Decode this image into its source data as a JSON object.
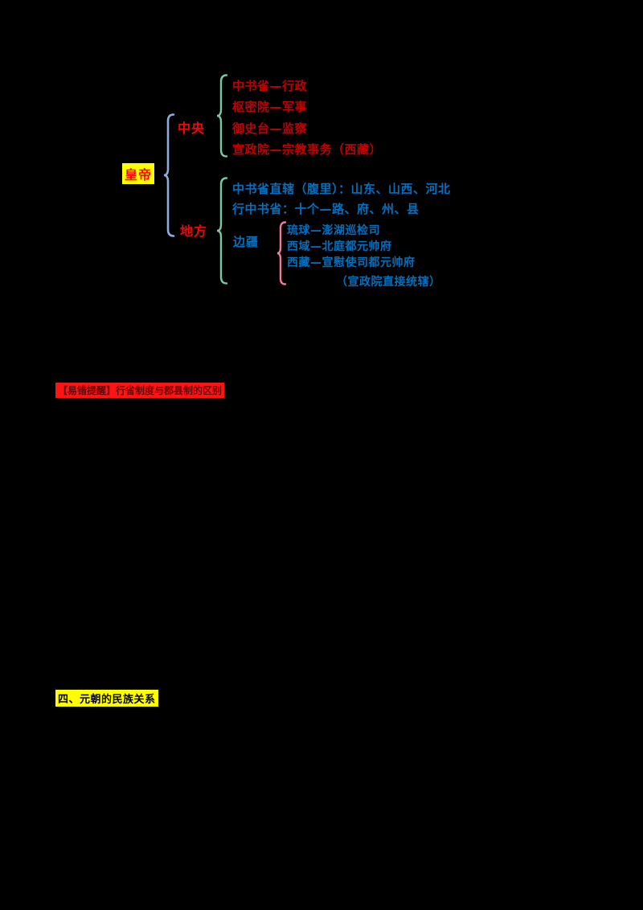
{
  "page": {
    "background": "#000000"
  },
  "diagram": {
    "root": {
      "label": "皇帝",
      "text_color": "#FF0000",
      "highlight": "#FFFF00"
    },
    "level1": {
      "central_label": "中央",
      "local_label": "地方",
      "label_color": "#FF0000"
    },
    "central_items": [
      "中书省—行政",
      "枢密院—军事",
      "御史台—监察",
      "宣政院—宗教事务（西藏）"
    ],
    "local_items": [
      "中书省直辖（腹里）：山东、山西、河北",
      "行中书省：十个—路、府、州、县"
    ],
    "frontier": {
      "label": "边疆",
      "items": [
        "琉球—澎湖巡检司",
        "西域—北庭都元帅府",
        "西藏—宣慰使司都元帅府"
      ],
      "note": "（宣政院直接统辖）"
    },
    "colors": {
      "central_text": "#C00000",
      "local_text": "#0070C0",
      "brace_blue": "#8FAADC",
      "brace_teal": "#7BC8A4",
      "brace_pink": "#EE7E95"
    }
  },
  "notes": {
    "reminder": "【易错提醒】行省制度与郡县制的区别",
    "section_title": "四、元朝的民族关系"
  }
}
